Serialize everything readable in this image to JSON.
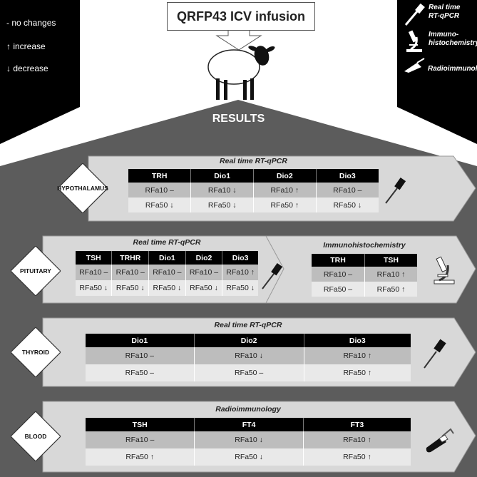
{
  "title": "QRFP43 ICV infusion",
  "results_label": "RESULTS",
  "legend": {
    "no_changes": "- no changes",
    "increase": "↑ increase",
    "decrease": "↓ decrease"
  },
  "methods_legend": {
    "rtqpcr_line1": "Real time",
    "rtqpcr_line2": "RT-qPCR",
    "ihc_line1": "Immuno-",
    "ihc_line2": "histochemistry",
    "ria": "Radioimmunology"
  },
  "colors": {
    "dark": "#000000",
    "band": "#5c5c5c",
    "panel": "#d8d8d8",
    "row1": "#bdbdbd",
    "row2": "#e9e9e9"
  },
  "icons": [
    "pipette-icon",
    "microscope-icon",
    "tube-icon",
    "sheep-icon"
  ],
  "sections": {
    "hypothalamus": {
      "label": "HYPOTHALAMUS",
      "method": "Real time RT-qPCR",
      "headers": [
        "TRH",
        "Dio1",
        "Dio2",
        "Dio3"
      ],
      "rows": [
        [
          "RFa10 –",
          "RFa10 ↓",
          "RFa10 ↑",
          "RFa10 –"
        ],
        [
          "RFa50 ↓",
          "RFa50 ↓",
          "RFa50 ↑",
          "RFa50 ↓"
        ]
      ]
    },
    "pituitary": {
      "label": "PITUITARY",
      "method": "Real time RT-qPCR",
      "headers": [
        "TSH",
        "TRHR",
        "Dio1",
        "Dio2",
        "Dio3"
      ],
      "rows": [
        [
          "RFa10 –",
          "RFa10 –",
          "RFa10 –",
          "RFa10 –",
          "RFa10 ↑"
        ],
        [
          "RFa50 ↓",
          "RFa50 ↓",
          "RFa50 ↓",
          "RFa50 ↓",
          "RFa50 ↓"
        ]
      ],
      "method2": "Immunohistochemistry",
      "headers2": [
        "TRH",
        "TSH"
      ],
      "rows2": [
        [
          "RFa10 –",
          "RFa10 ↑"
        ],
        [
          "RFa50 –",
          "RFa50 ↑"
        ]
      ]
    },
    "thyroid": {
      "label": "THYROID",
      "method": "Real time RT-qPCR",
      "headers": [
        "Dio1",
        "Dio2",
        "Dio3"
      ],
      "rows": [
        [
          "RFa10 –",
          "RFa10 ↓",
          "RFa10 ↑"
        ],
        [
          "RFa50 –",
          "RFa50 –",
          "RFa50 ↑"
        ]
      ]
    },
    "blood": {
      "label": "BLOOD",
      "method": "Radioimmunology",
      "headers": [
        "TSH",
        "FT4",
        "FT3"
      ],
      "rows": [
        [
          "RFa10 –",
          "RFa10 ↓",
          "RFa10 ↑"
        ],
        [
          "RFa50 ↑",
          "RFa50 ↓",
          "RFa50 ↑"
        ]
      ]
    }
  }
}
